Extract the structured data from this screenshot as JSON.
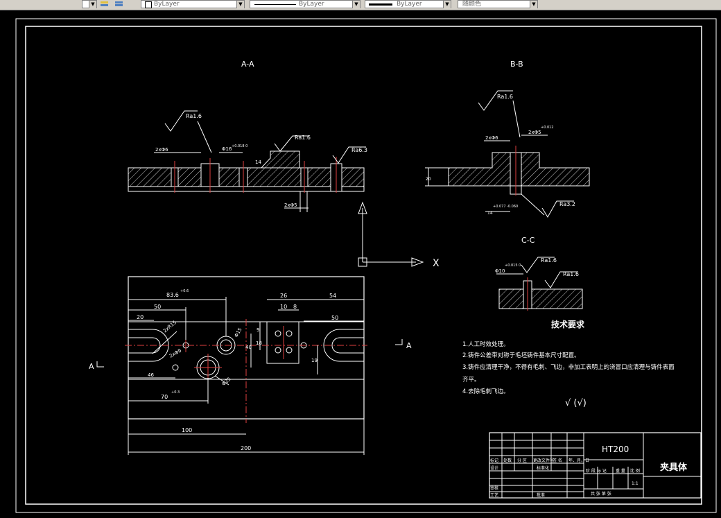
{
  "toolbar": {
    "layer_value": "ByLayer",
    "linetype_value": "ByLayer",
    "lineweight_value": "ByLayer",
    "color_value": "随颜色"
  },
  "drawing": {
    "section_aa_title": "A-A",
    "section_bb_title": "B-B",
    "section_cc_title": "C-C",
    "roughness_1": "Ra1.6",
    "roughness_2": "Ra1.6",
    "roughness_3": "Ra6.3",
    "roughness_bb": "Ra1.6",
    "roughness_bb2": "Ra3.2",
    "roughness_cc1": "Ra1.6",
    "roughness_cc2": "Ra1.6",
    "dim_2x_phi6": "2xΦ6",
    "dim_phi16": "Φ16",
    "dim_phi16_tol": "+0.018 0",
    "dim_2x_phi5": "2xΦ5",
    "dim_14": "14",
    "dim_bb_2x_phi6": "2xΦ6",
    "dim_bb_2x_phi5": "2xΦ5",
    "dim_bb_tol": "+0.012",
    "dim_bb_20": "20",
    "dim_bb_14": "14",
    "dim_bb_tol2": "+0.077 -0.060",
    "dim_cc_phi10": "Φ10",
    "dim_cc_tol": "+0.015 0",
    "dim_top_83": "83.6",
    "dim_top_83_tol": "+0.6",
    "dim_50a": "50",
    "dim_20": "20",
    "dim_2xr15": "2xR15",
    "dim_26": "26",
    "dim_10": "10",
    "dim_8": "8",
    "dim_54": "54",
    "dim_50b": "50",
    "dim_phi15": "Φ15",
    "dim_9": "9",
    "dim_18": "18",
    "dim_40": "40",
    "dim_19": "19",
    "dim_2xphi9": "2xΦ9",
    "dim_phi25": "Φ25",
    "dim_46": "46",
    "dim_70": "70",
    "dim_70_tol": "+0.3",
    "dim_100": "100",
    "dim_200": "200",
    "label_a_left": "A",
    "label_a_right": "A",
    "ucs_x": "X",
    "tech_title": "技术要求",
    "tech_1": "1.人工时效处理。",
    "tech_2": "2.铸件公差带对称于毛坯铸件基本尺寸配置。",
    "tech_3": "3.铸件应清理干净，不得有毛刺、飞边，非加工表明上的浇冒口应清理与铸件表面",
    "tech_3b": "齐平。",
    "tech_4": "4.去除毛刺飞边。",
    "roughness_general": "√ (√)"
  },
  "title_block": {
    "material": "HT200",
    "part_name": "夹具体",
    "scale": "1:1",
    "row_mark": "标记",
    "row_count": "处数",
    "row_zone": "分 区",
    "row_docno": "更改文件号",
    "row_sign": "签 名",
    "row_date": "年、月、日",
    "designer": "设计",
    "standardize": "标准化",
    "review": "审核",
    "process": "工艺",
    "approve": "批准",
    "stage_mark": "阶 段 标 记",
    "weight": "重 量",
    "ratio": "比 例",
    "sheets": "共   张  第   张"
  }
}
